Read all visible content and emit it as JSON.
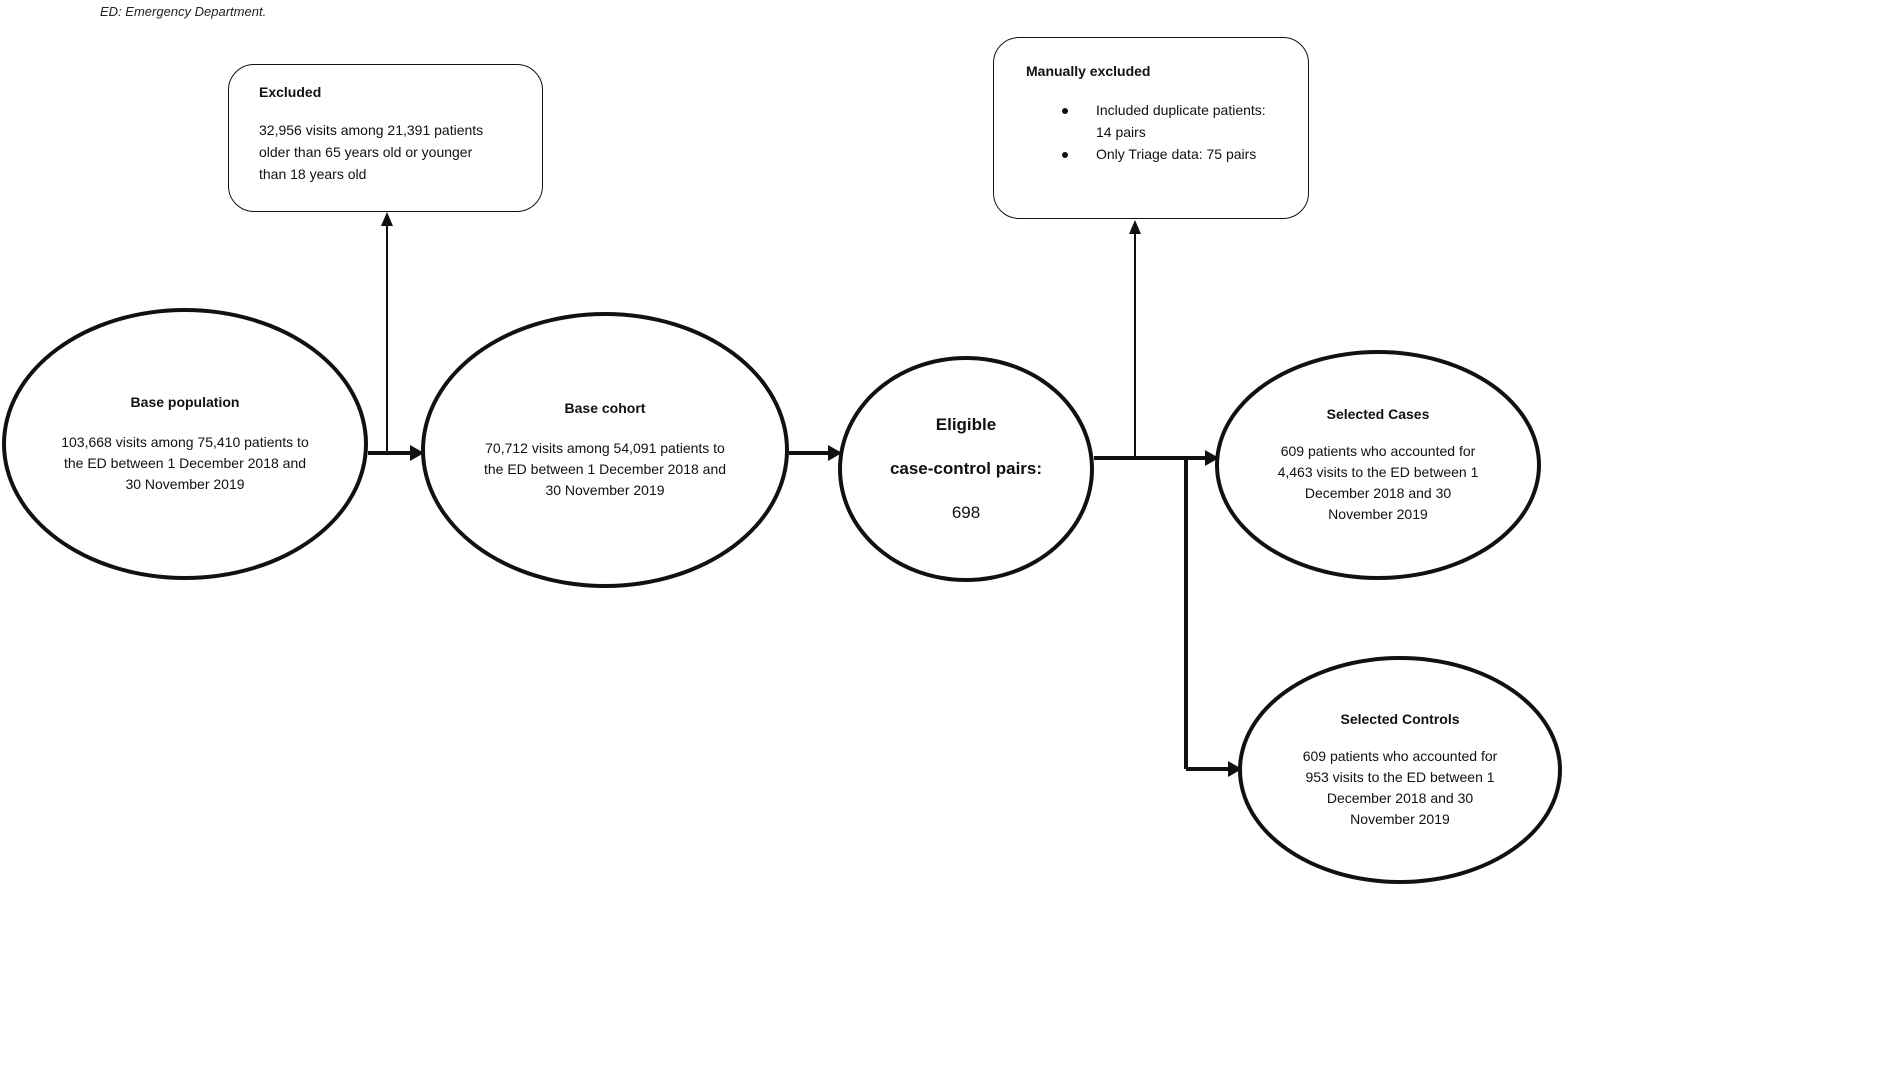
{
  "footnote": "ED: Emergency Department.",
  "excluded": {
    "title": "Excluded",
    "lines": [
      "32,956 visits among 21,391 patients",
      "older than 65 years old or younger",
      "than 18 years old"
    ]
  },
  "manually_excluded": {
    "title": "Manually excluded",
    "bullets": [
      {
        "lines": [
          "Included duplicate patients:",
          "14 pairs"
        ]
      },
      {
        "lines": [
          "Only Triage data: 75 pairs"
        ]
      }
    ]
  },
  "base_population": {
    "title": "Base population",
    "lines": [
      "103,668 visits among 75,410 patients to",
      "the ED between 1 December 2018 and",
      "30 November 2019"
    ]
  },
  "base_cohort": {
    "title": "Base cohort",
    "lines": [
      "70,712 visits among 54,091 patients to",
      "the ED between 1 December 2018 and",
      "30 November 2019"
    ]
  },
  "eligible": {
    "title_line1": "Eligible",
    "title_line2": "case-control pairs:",
    "value": "698"
  },
  "selected_cases": {
    "title": "Selected Cases",
    "lines": [
      "609 patients who accounted for",
      "4,463 visits to the ED between 1",
      "December 2018 and 30",
      "November 2019"
    ]
  },
  "selected_controls": {
    "title": "Selected Controls",
    "lines": [
      "609 patients who accounted for",
      "953 visits to the ED between 1",
      "December 2018 and 30",
      "November 2019"
    ]
  }
}
